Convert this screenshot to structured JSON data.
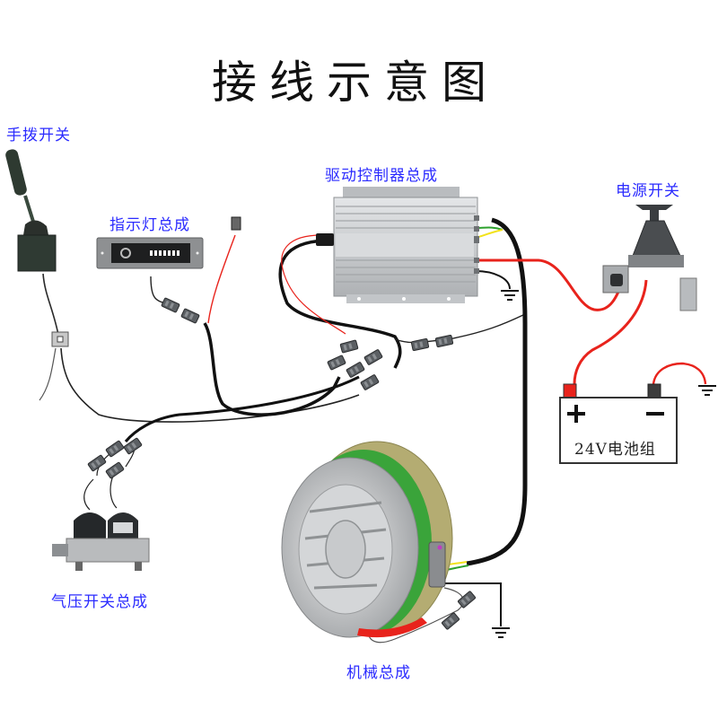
{
  "title": "接线示意图",
  "components": {
    "hand_switch": {
      "label": "手拨开关"
    },
    "indicator": {
      "label": "指示灯总成"
    },
    "controller": {
      "label": "驱动控制器总成"
    },
    "power_switch": {
      "label": "电源开关"
    },
    "battery": {
      "label": "24V电池组",
      "positive": "+",
      "negative": "−"
    },
    "air_pressure_switch": {
      "label": "气压开关总成"
    },
    "machine": {
      "label": "机械总成"
    }
  },
  "colors": {
    "label": "#2b2bff",
    "wire_black": "#141414",
    "wire_red": "#e8231c",
    "wire_green": "#2da12d",
    "wire_yellow": "#f2e21a",
    "metal": "#c9cbcd",
    "motor_green": "#3aa43a",
    "motor_olive": "#b4ac72"
  }
}
